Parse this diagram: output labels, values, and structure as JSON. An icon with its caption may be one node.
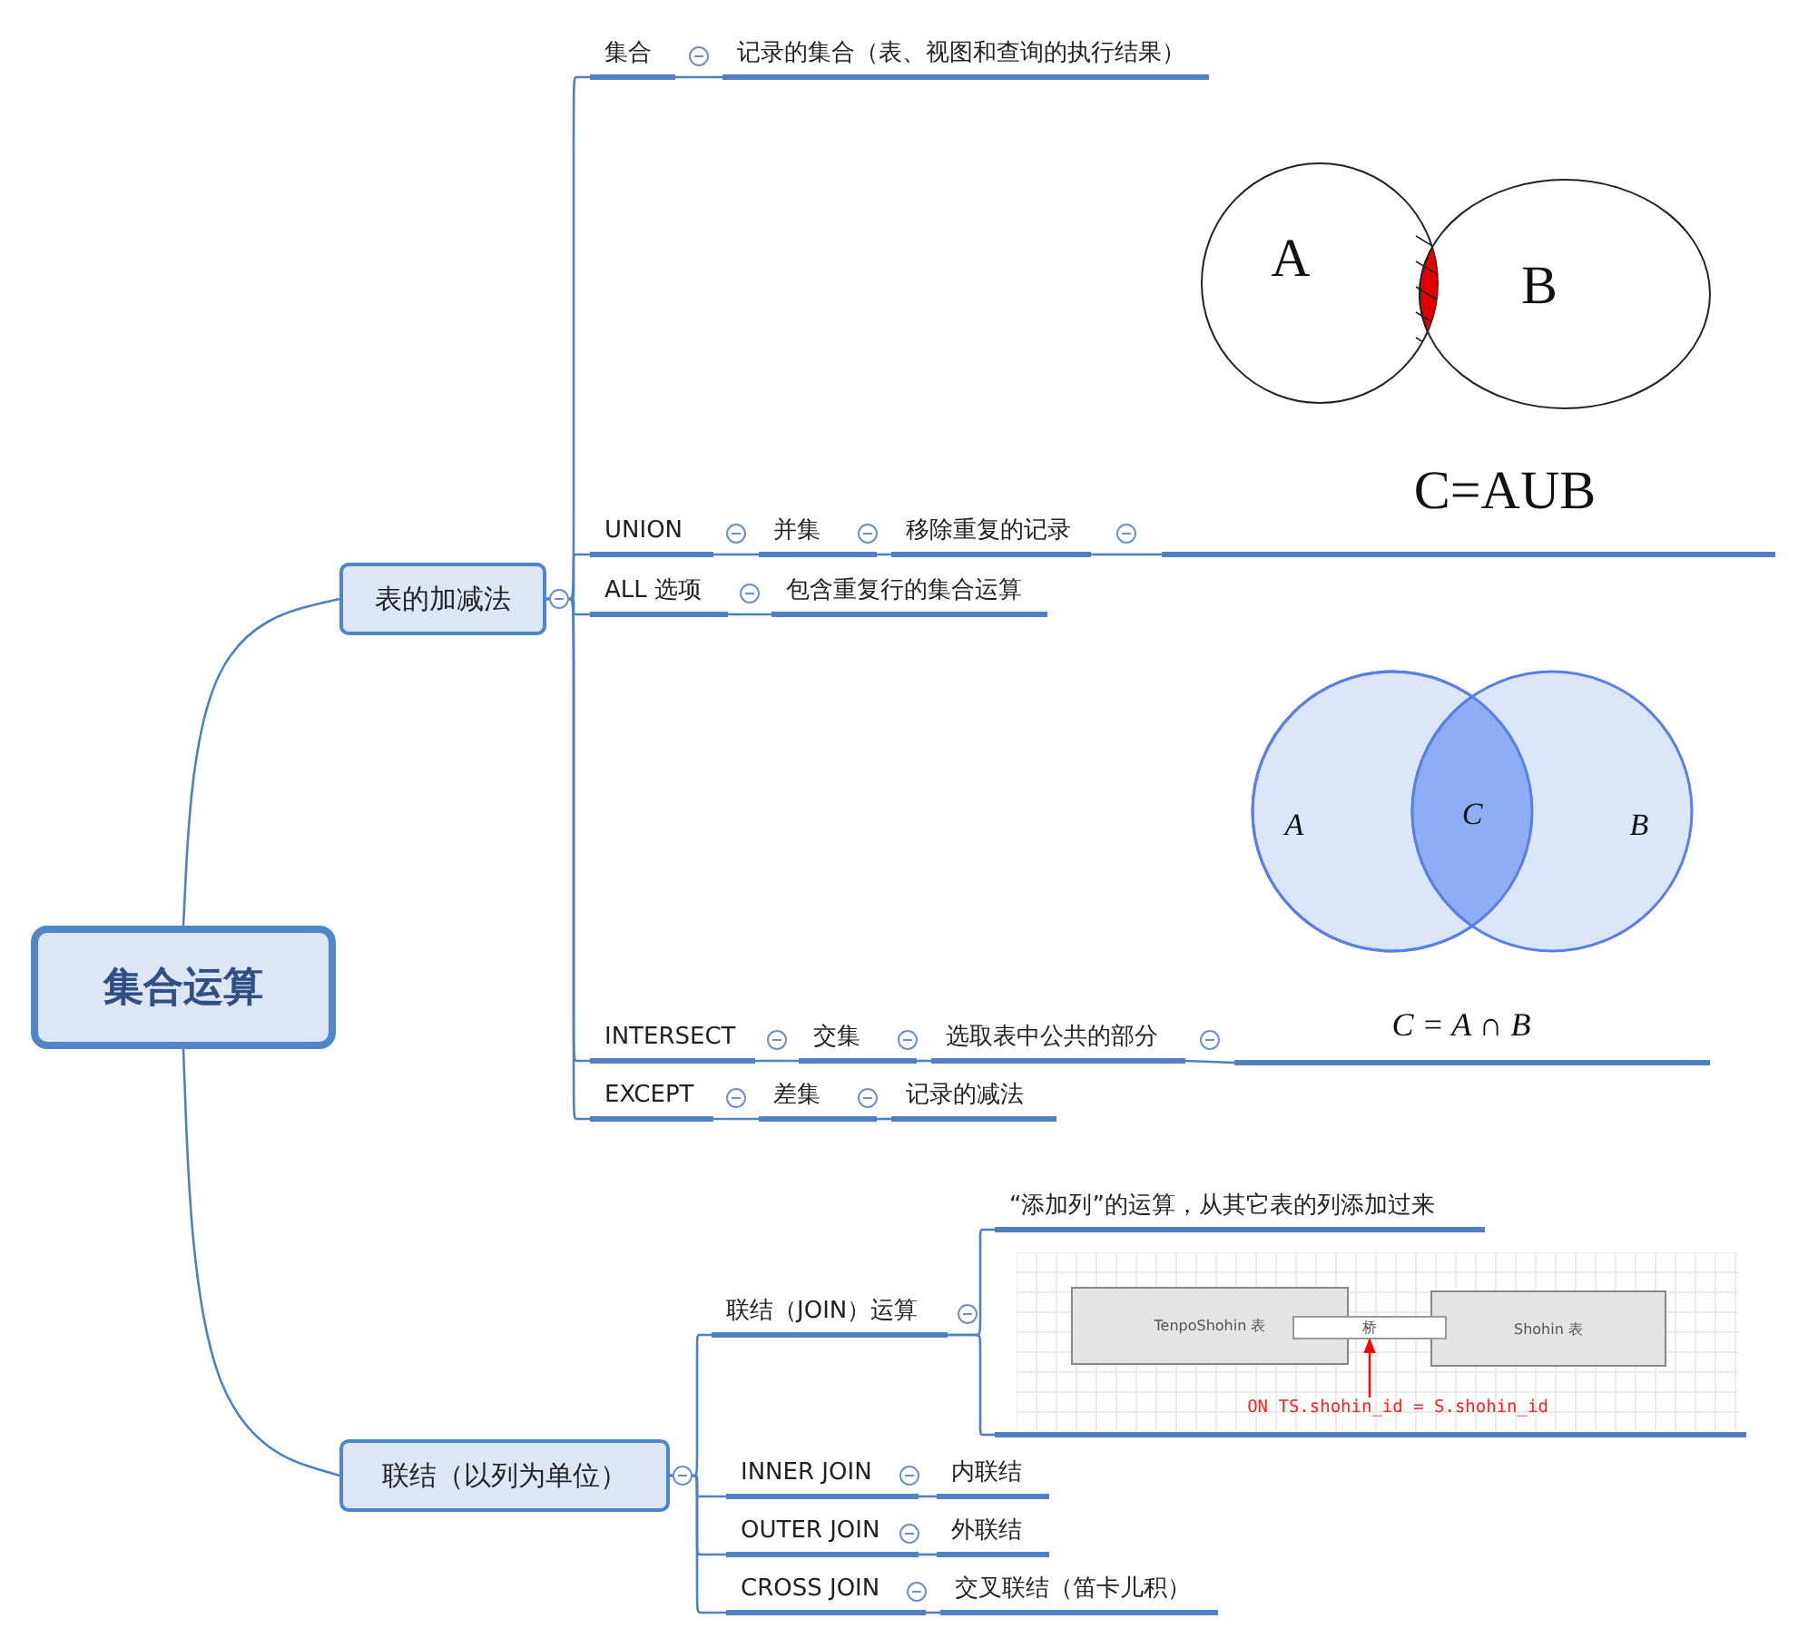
{
  "diagram": {
    "nodes": [
      {
        "text": [
          "集合运算"
        ]
      },
      {
        "text": [
          "表的加减法"
        ]
      },
      {
        "text": [
          "集合"
        ]
      },
      {
        "text": [
          "记录的集合（表、视图和查询的执行结果）"
        ]
      },
      {
        "text": [
          "UNION"
        ]
      },
      {
        "text": [
          "并集"
        ]
      },
      {
        "text": [
          "移除重复的记录"
        ]
      },
      {
        "text": [],
        "shape": "picture"
      },
      {
        "text": [
          "ALL 选项"
        ]
      },
      {
        "text": [
          "包含重复行的集合运算"
        ]
      },
      {
        "text": [
          "INTERSECT"
        ]
      },
      {
        "text": [
          "交集"
        ]
      },
      {
        "text": [
          "选取表中公共的部分"
        ]
      },
      {
        "text": [],
        "shape": "picture"
      },
      {
        "text": [
          "EXCEPT"
        ]
      },
      {
        "text": [
          "差集"
        ]
      },
      {
        "text": [
          "记录的减法"
        ]
      },
      {
        "text": [
          "联结（以列为单位）"
        ]
      },
      {
        "text": [
          "联结（JOIN）运算"
        ]
      },
      {
        "text": [
          "“添加列”的运算，从其它表的列添加过来"
        ]
      },
      {
        "text": [],
        "shape": "picture"
      },
      {
        "text": [
          "TenpoShohin 表"
        ],
        "in": 20
      },
      {
        "text": [
          "桥"
        ],
        "in": 20
      },
      {
        "text": [
          "Shohin 表"
        ],
        "in": 20
      },
      {
        "text": [
          "ON TS.shohin_id = S.shohin_id"
        ],
        "in": 20
      },
      {
        "text": [
          "INNER JOIN"
        ]
      },
      {
        "text": [
          "内联结"
        ]
      },
      {
        "text": [
          "OUTER JOIN"
        ]
      },
      {
        "text": [
          "外联结"
        ]
      },
      {
        "text": [
          "CROSS JOIN"
        ]
      },
      {
        "text": [
          "交叉联结（笛卡儿积）"
        ]
      }
    ],
    "edges": [
      {
        "from": 0,
        "to": 1,
        "arrow": "none"
      },
      {
        "from": 0,
        "to": 17,
        "arrow": "none"
      },
      {
        "from": 1,
        "to": 2,
        "arrow": "none"
      },
      {
        "from": 2,
        "to": 3,
        "arrow": "none"
      },
      {
        "from": 1,
        "to": 4,
        "arrow": "none"
      },
      {
        "from": 4,
        "to": 5,
        "arrow": "none"
      },
      {
        "from": 5,
        "to": 6,
        "arrow": "none"
      },
      {
        "from": 6,
        "to": 7,
        "arrow": "none"
      },
      {
        "from": 1,
        "to": 8,
        "arrow": "none"
      },
      {
        "from": 8,
        "to": 9,
        "arrow": "none"
      },
      {
        "from": 1,
        "to": 10,
        "arrow": "none"
      },
      {
        "from": 10,
        "to": 11,
        "arrow": "none"
      },
      {
        "from": 11,
        "to": 12,
        "arrow": "none"
      },
      {
        "from": 12,
        "to": 13,
        "arrow": "none"
      },
      {
        "from": 1,
        "to": 14,
        "arrow": "none"
      },
      {
        "from": 14,
        "to": 15,
        "arrow": "none"
      },
      {
        "from": 15,
        "to": 16,
        "arrow": "none"
      },
      {
        "from": 17,
        "to": 18,
        "arrow": "none"
      },
      {
        "from": 18,
        "to": 19,
        "arrow": "none"
      },
      {
        "from": 18,
        "to": 20,
        "arrow": "none"
      },
      {
        "from": 24,
        "to": 22,
        "arrow": "to",
        "color": "#ff0000"
      },
      {
        "from": 17,
        "to": 25,
        "arrow": "none"
      },
      {
        "from": 25,
        "to": 26,
        "arrow": "none"
      },
      {
        "from": 17,
        "to": 27,
        "arrow": "none"
      },
      {
        "from": 27,
        "to": 28,
        "arrow": "none"
      },
      {
        "from": 17,
        "to": 29,
        "arrow": "none"
      },
      {
        "from": 29,
        "to": 30,
        "arrow": "none"
      }
    ],
    "labels": [
      "A",
      "B",
      "C=AUB",
      "A",
      "C",
      "B",
      "C = A ∩ B"
    ]
  }
}
